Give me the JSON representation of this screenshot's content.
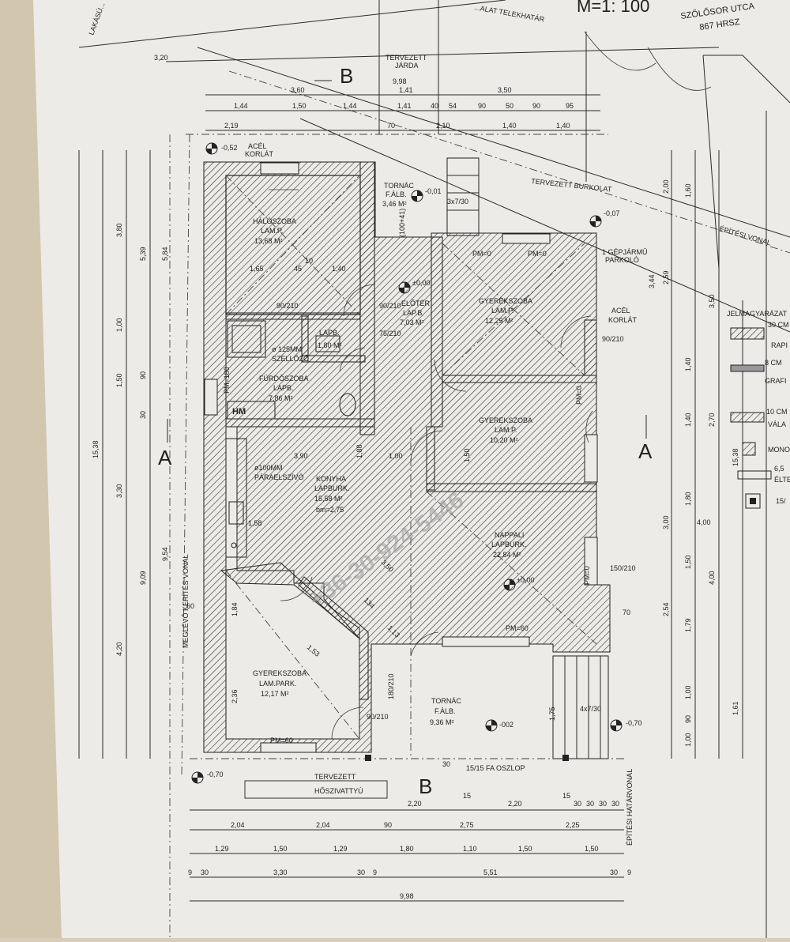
{
  "title_block": {
    "scale": "M=1: 100",
    "street": "SZŐLŐSOR UTCA",
    "lot": "867 HRSZ",
    "border_note": "...ALAT TELEKHATÁR",
    "left_note": "LAKÁSÚ..."
  },
  "section_marks": {
    "a_left": "A",
    "a_right": "A",
    "b_top": "B",
    "b_bottom": "B"
  },
  "rooms": [
    {
      "key": "haloszoba",
      "name": "HÁLÓSZOBA",
      "floor": "LAM.P.",
      "area": "13,68 M²"
    },
    {
      "key": "tornac_front",
      "name": "TORNÁC",
      "floor": "F.ÁLB.",
      "area": "3,46 M²"
    },
    {
      "key": "eloter",
      "name": "ELŐTÉR",
      "floor": "LAP.B.",
      "area": "7,03 M²"
    },
    {
      "key": "gyerekszoba_1",
      "name": "GYEREKSZOBA",
      "floor": "LAM.P.",
      "area": "12,25 M²"
    },
    {
      "key": "furdoszoba",
      "name": "FÜRDŐSZOBA",
      "floor": "LAPB.",
      "area": "7,86 M²"
    },
    {
      "key": "wc",
      "name": "LAPB.",
      "floor": "",
      "area": "1,80 M²"
    },
    {
      "key": "gyerekszoba_2",
      "name": "GYEREKSZOBA",
      "floor": "LAM.P.",
      "area": "10,20 M²"
    },
    {
      "key": "konyha",
      "name": "KONYHA",
      "floor": "LAPBURK.",
      "area": "15,58 M²",
      "extra": "bm=2,75"
    },
    {
      "key": "nappali",
      "name": "NAPPALI",
      "floor": "LAPBURK.",
      "area": "22,84 M²"
    },
    {
      "key": "gyerekszoba_3",
      "name": "GYEREKSZOBA",
      "floor": "LAM.PARK.",
      "area": "12,17 M²"
    },
    {
      "key": "tornac_back",
      "name": "TORNÁC",
      "floor": "F.ÁLB.",
      "area": "9,36 M²"
    }
  ],
  "labels": {
    "tervezett_jarda_1": "TERVEZETT",
    "tervezett_jarda_2": "JÁRDA",
    "tervezett_burkolat": "TERVEZETT BURKOLAT",
    "epitesi_vonal": "ÉPÍTÉSI VONAL",
    "gepjarmu_1": "1 GÉPJÁRMŰ",
    "gepjarmu_2": "PARKOLÓ",
    "acel_korlat_top_1": "ACÉL",
    "acel_korlat_top_2": "KORLÁT",
    "acel_korlat_right_1": "ACÉL",
    "acel_korlat_right_2": "KORLÁT",
    "szellozo": "ø 125MM",
    "szellozo_2": "SZELLŐZŐ",
    "paraelszivo_1": "ø100MM",
    "paraelszivo_2": "PÁRAELSZÍVÓ",
    "hm": "HM",
    "meglevo_kerites": "MEGLÉVŐ KERÍTÉS VONAL",
    "hoszivattyu_1": "TERVEZETT",
    "hoszivattyu_2": "HŐSZIVATTYÚ",
    "oszlop": "15/15 FA OSZLOP",
    "epitesi_hatarvonal": "ÉPÍTÉSI HATÁRVONAL",
    "jelmagyarazat": "JELMAGYARÁZAT",
    "watermark": "+36-30-924-5446"
  },
  "legend": [
    {
      "key": "l1",
      "text_1": "30 CM",
      "text_2": "RAPI"
    },
    {
      "key": "l2",
      "text_1": "8 CM",
      "text_2": "GRAFI"
    },
    {
      "key": "l3",
      "text_1": "10 CM",
      "text_2": "VÁLA"
    },
    {
      "key": "l4",
      "text_1": "MONO",
      "text_2": ""
    },
    {
      "key": "l5",
      "text_1": "6,5",
      "text_2": "ÉLTE"
    },
    {
      "key": "l6",
      "text_1": "15/",
      "text_2": ""
    }
  ],
  "levels": {
    "nw": "-0,52",
    "porch_front": "-0,01",
    "eloter": "±0,00",
    "ne": "-0,07",
    "nappali": "±0,00",
    "sw": "-0,70",
    "se": "-0,70",
    "porch_back": "-002"
  },
  "window_tags": {
    "w_pm0_a": "PM=0",
    "w_pm0_b": "PM=0",
    "w_pm0_c": "PM=0",
    "w_pm0_d": "PM=0",
    "w_pm60_a": "PM=60",
    "w_pm60_b": "PM=60",
    "w_pm180": "PM=180"
  },
  "dims": {
    "top_row1": [
      "3,60",
      "1,41",
      "3,50"
    ],
    "top_row2": [
      "1,44",
      "1,50",
      "1,44",
      "1,41",
      "40",
      "54",
      "90",
      "50",
      "90",
      "95"
    ],
    "top_row3": [
      "2,19",
      "70",
      "2,10",
      "1,40",
      "1,40"
    ],
    "top_total": "9,98",
    "top_b": "3,20",
    "bottom_row1": [
      "2,20",
      "15",
      "2,20",
      "15",
      "30",
      "30",
      "30",
      "30"
    ],
    "bottom_row2": [
      "2,04",
      "2,04",
      "90",
      "2,75",
      "2,25"
    ],
    "bottom_row3": [
      "1,29",
      "1,50",
      "1,29",
      "1,80",
      "1,10",
      "1,50",
      "1,50"
    ],
    "bottom_row4": [
      "9",
      "30",
      "3,30",
      "30",
      "9",
      "5,51",
      "30",
      "9"
    ],
    "bottom_total": "9,98",
    "left_col1": [
      "3,80",
      "1,00",
      "1,50",
      "3,30",
      "4,20"
    ],
    "left_col2": [
      "5,39",
      "90",
      "30",
      "9,09"
    ],
    "left_col3": [
      "5,84",
      "9,54"
    ],
    "left_total": "15,38",
    "right_col1": [
      "2,00",
      "1,60",
      "3,50",
      "1,40",
      "1,40",
      "1,80",
      "1,50",
      "1,79",
      "1,00",
      "90",
      "1,00"
    ],
    "right_col2": [
      "2,59",
      "3,44",
      "2,70",
      "4,00",
      "2,54",
      "1,61"
    ],
    "right_total": "15,38",
    "interior": {
      "d165": "1,65",
      "d45": "45",
      "d140": "1,40",
      "d10": "10",
      "d390": "3,90",
      "d158": "1,58",
      "d188": "1,88",
      "d100": "1,00",
      "d184": "1,84",
      "d236": "2,36",
      "d153": "1,53",
      "d150": "1,50",
      "d400": "4,00",
      "d70": "70",
      "d60": "60",
      "d175": "1,75",
      "d350": "3,50",
      "d134": "134",
      "d113": "1,13",
      "d300": "3,00",
      "d9021a": "90/210",
      "d9021b": "90/210",
      "d9021c": "90/210",
      "d9021d": "90/210",
      "d7521": "75/210",
      "d18210": "180/210",
      "d150210": "150/210",
      "d30": "30",
      "d4x730": "4x7/30",
      "d3x730": "3x7/30",
      "d10041": "(100+41)"
    }
  }
}
